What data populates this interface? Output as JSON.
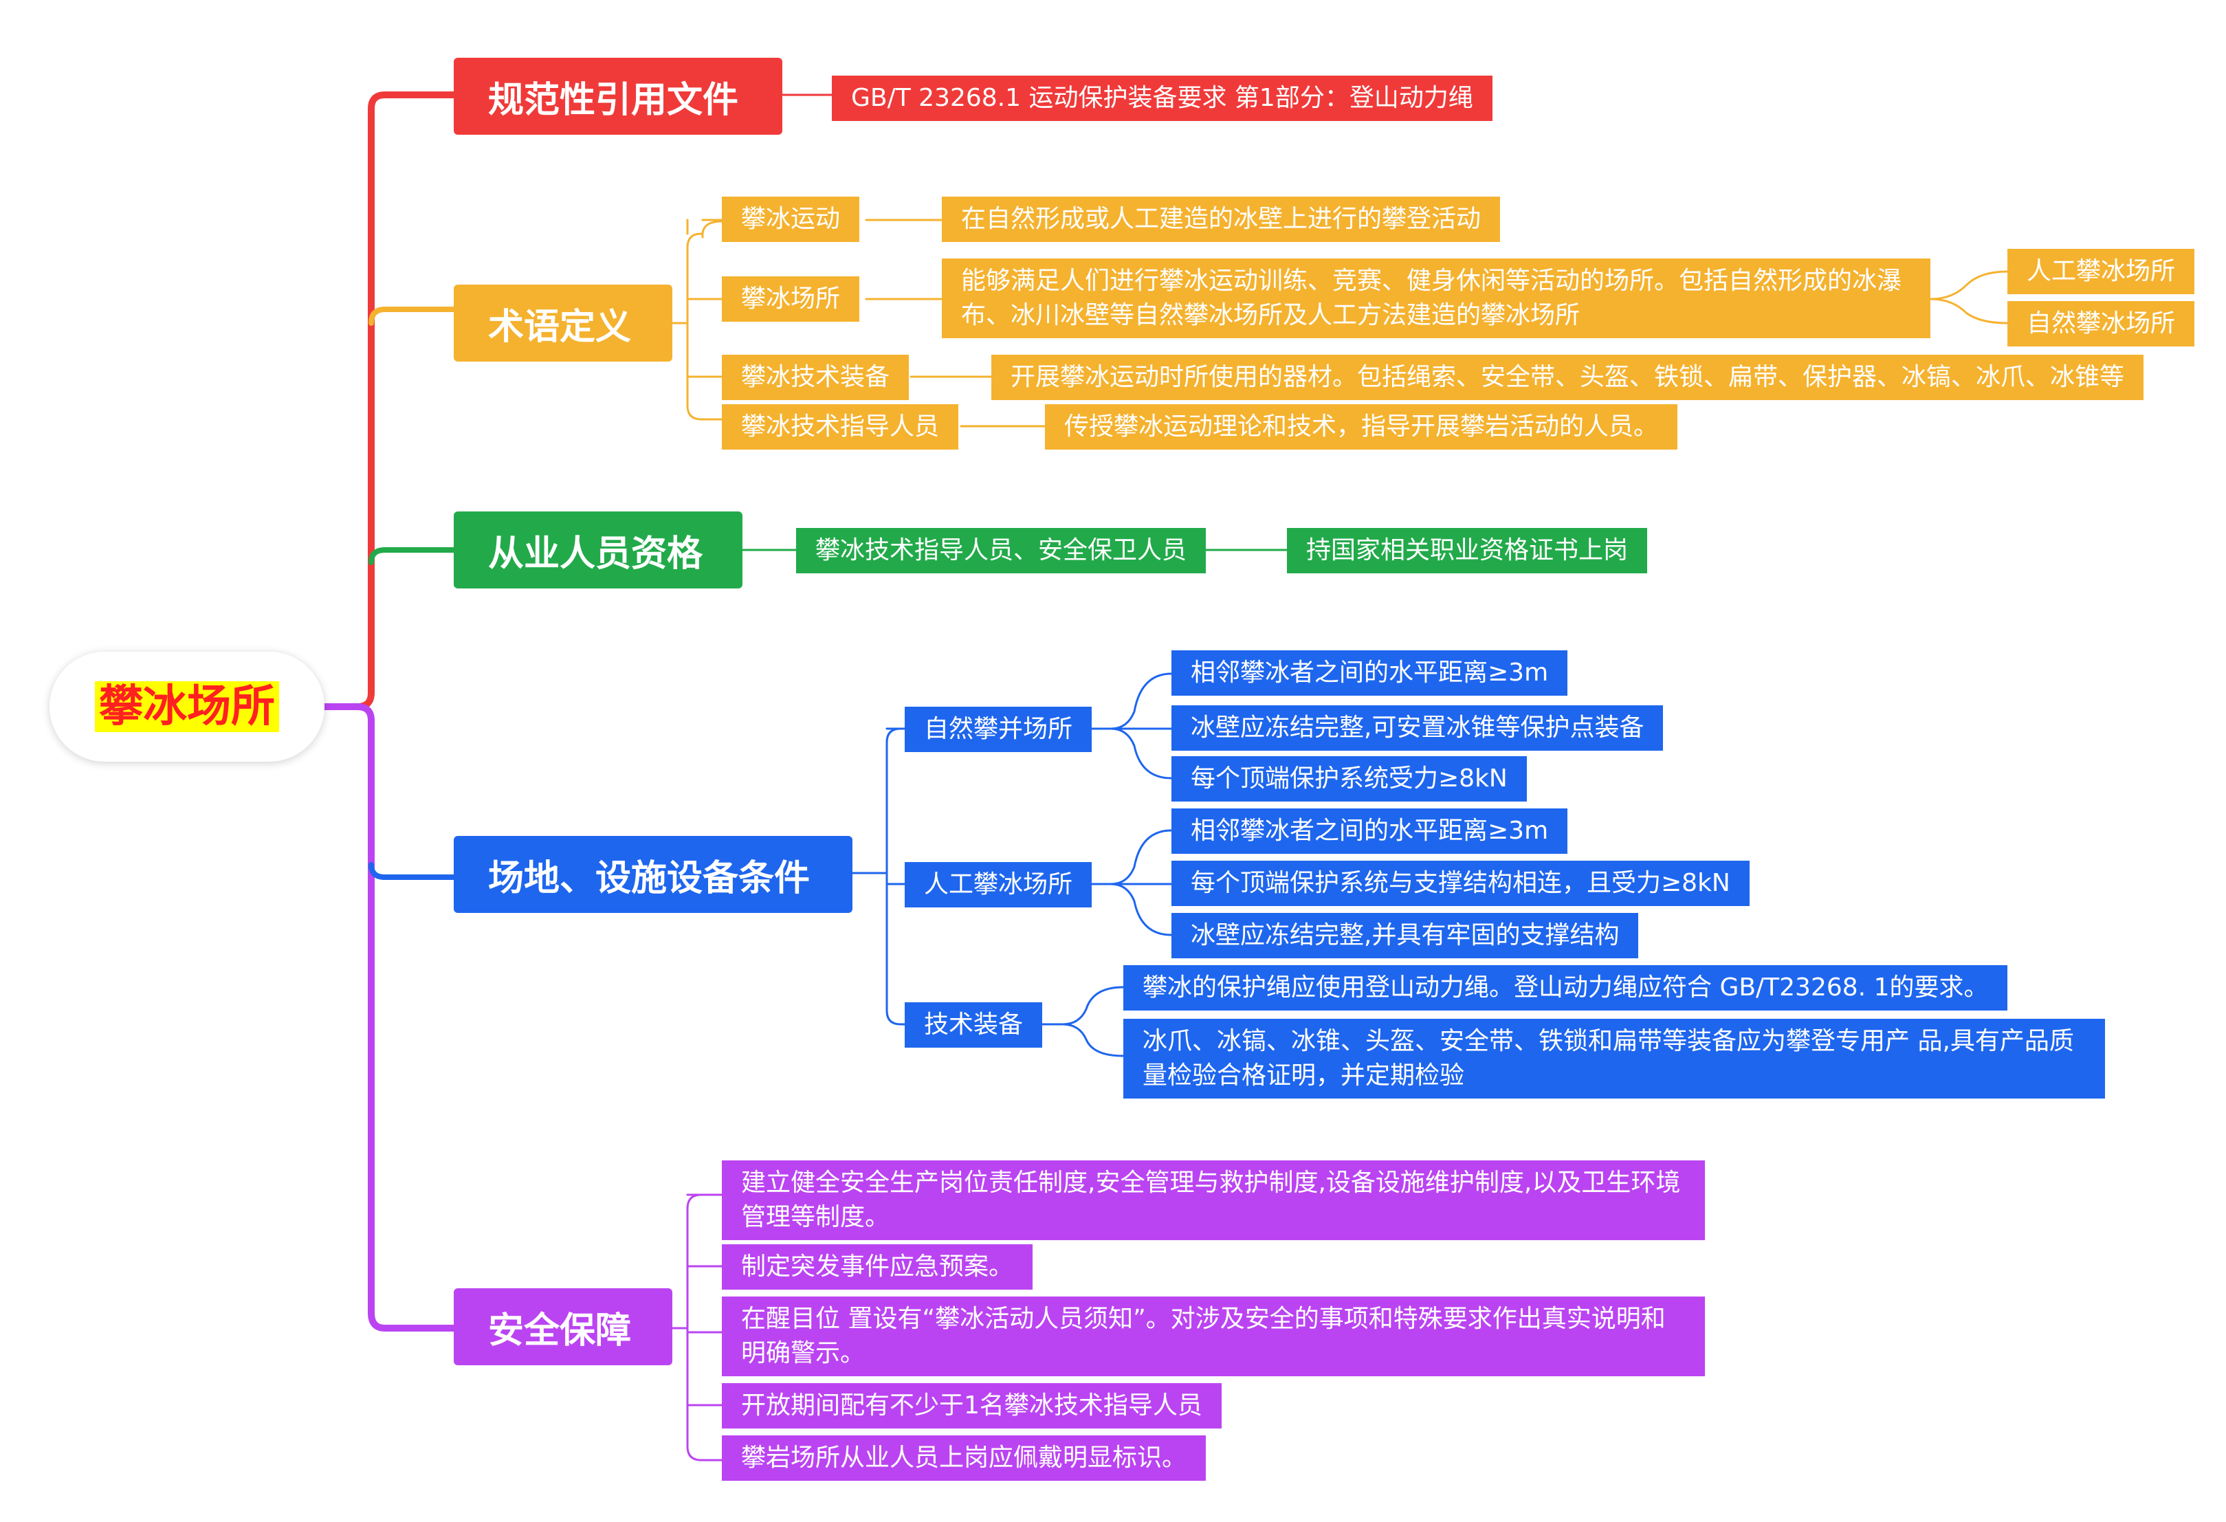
{
  "root": {
    "label": "攀冰场所"
  },
  "colors": {
    "red": "#f03a3a",
    "orange": "#f5b22f",
    "green": "#22aa4a",
    "blue": "#1e66ee",
    "purple": "#bb44f2",
    "root_highlight": "#ffff00"
  },
  "branches": [
    {
      "label": "规范性引用文件",
      "items": [
        {
          "text": "GB/T 23268.1 运动保护装备要求 第1部分：登山动力绳"
        }
      ]
    },
    {
      "label": "术语定义",
      "items": [
        {
          "term": "攀冰运动",
          "definition": "在自然形成或人工建造的冰壁上进行的攀登活动"
        },
        {
          "term": "攀冰场所",
          "definition": "能够满足人们进行攀冰运动训练、竞赛、健身休闲等活动的场所。包括自然形成的冰瀑布、冰川冰壁等自然攀冰场所及人工方法建造的攀冰场所",
          "sub": [
            "人工攀冰场所",
            "自然攀冰场所"
          ]
        },
        {
          "term": "攀冰技术装备",
          "definition": "开展攀冰运动时所使用的器材。包括绳索、安全带、头盔、铁锁、扁带、保护器、冰镐、冰爪、冰锥等"
        },
        {
          "term": "攀冰技术指导人员",
          "definition": "传授攀冰运动理论和技术，指导开展攀岩活动的人员。"
        }
      ]
    },
    {
      "label": "从业人员资格",
      "items": [
        {
          "role": "攀冰技术指导人员、安全保卫人员",
          "requirement": "持国家相关职业资格证书上岗"
        }
      ]
    },
    {
      "label": "场地、设施设备条件",
      "groups": [
        {
          "label": "自然攀并场所",
          "items": [
            "相邻攀冰者之间的水平距离≥3m",
            "冰壁应冻结完整,可安置冰锥等保护点装备",
            "每个顶端保护系统受力≥8kN"
          ]
        },
        {
          "label": "人工攀冰场所",
          "items": [
            "相邻攀冰者之间的水平距离≥3m",
            "每个顶端保护系统与支撑结构相连，且受力≥8kN",
            "冰壁应冻结完整,并具有牢固的支撑结构"
          ]
        },
        {
          "label": "技术装备",
          "items": [
            "攀冰的保护绳应使用登山动力绳。登山动力绳应符合 GB/T23268. 1的要求。",
            "冰爪、冰镐、冰锥、头盔、安全带、铁锁和扁带等装备应为攀登专用产 品,具有产品质量检验合格证明，并定期检验"
          ]
        }
      ]
    },
    {
      "label": "安全保障",
      "items": [
        "建立健全安全生产岗位责任制度,安全管理与救护制度,设备设施维护制度,以及卫生环境管理等制度。",
        "制定突发事件应急预案。",
        "在醒目位 置设有“攀冰活动人员须知”。对涉及安全的事项和特殊要求作出真实说明和明确警示。",
        "开放期间配有不少于1名攀冰技术指导人员",
        "攀岩场所从业人员上岗应佩戴明显标识。"
      ]
    }
  ]
}
